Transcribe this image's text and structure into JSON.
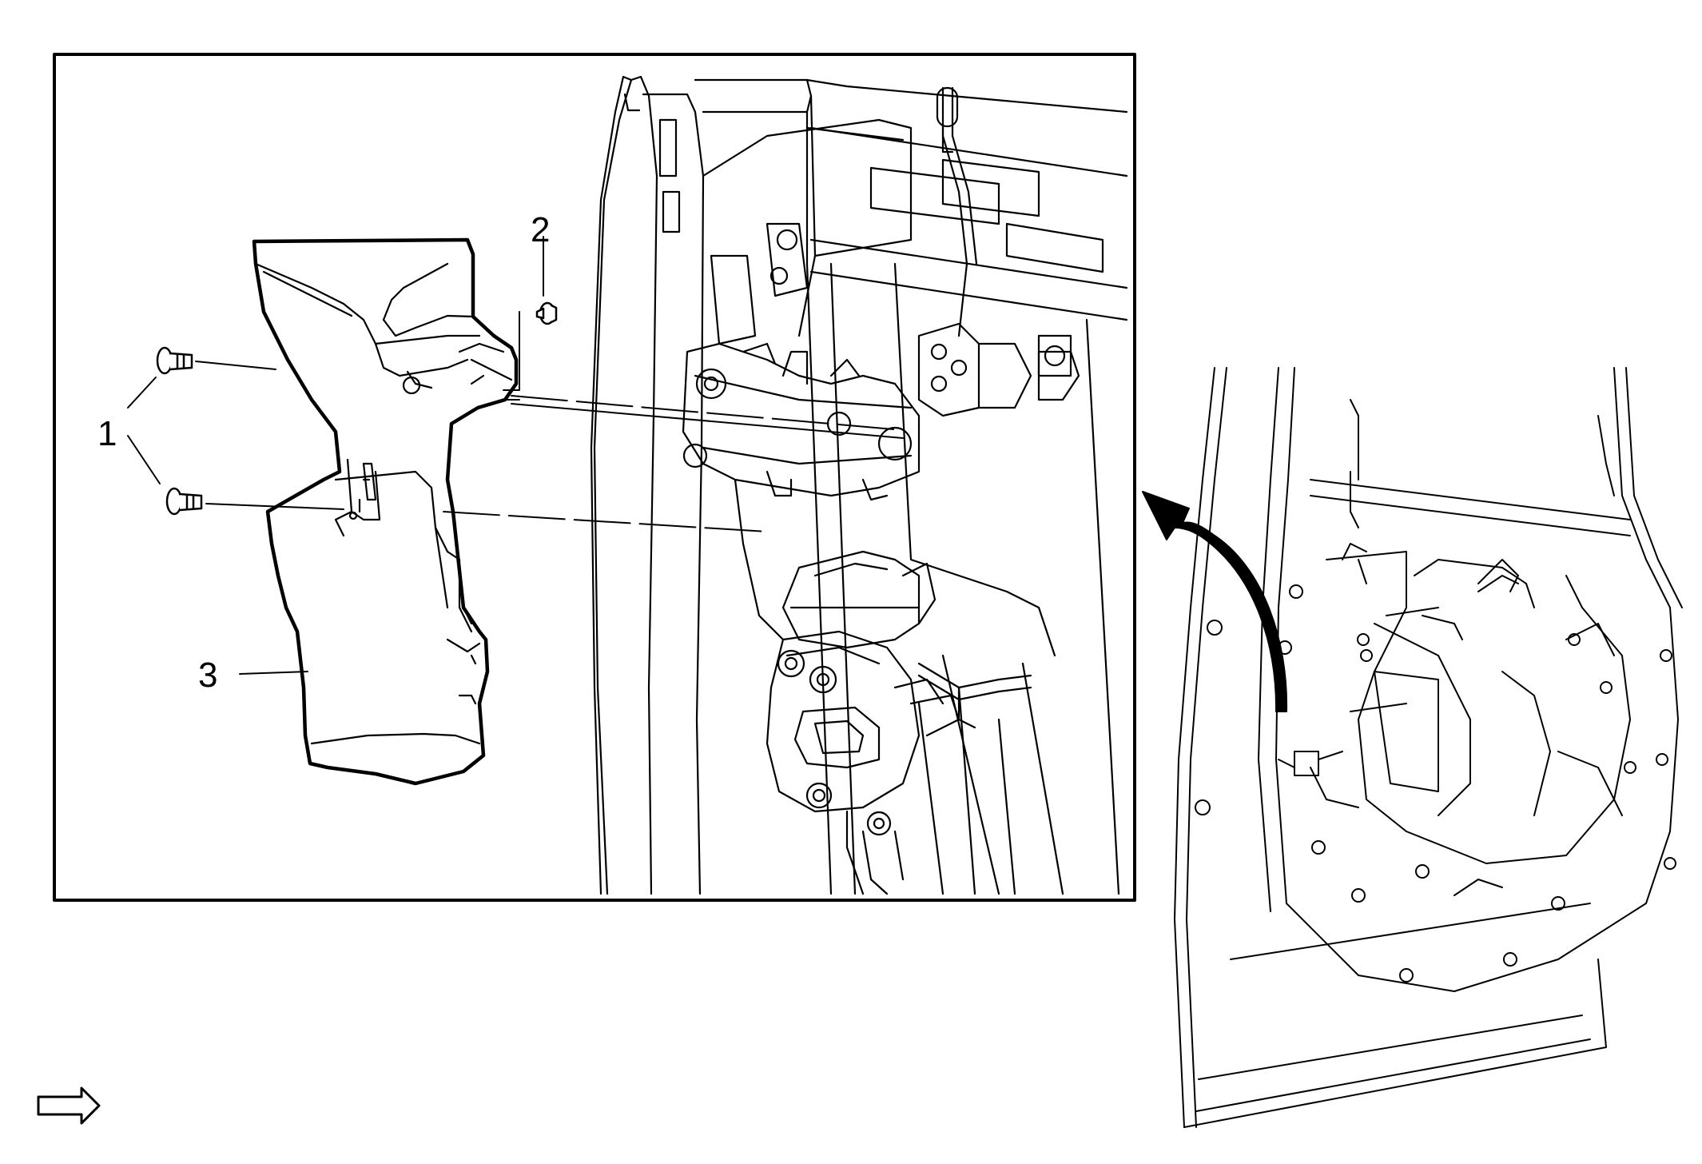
{
  "callouts": {
    "one": "1",
    "two": "2",
    "three": "3"
  },
  "legend": {
    "indicator_icon": "outline-right-arrow-icon"
  },
  "colors": {
    "line": "#000000",
    "background": "#ffffff"
  }
}
